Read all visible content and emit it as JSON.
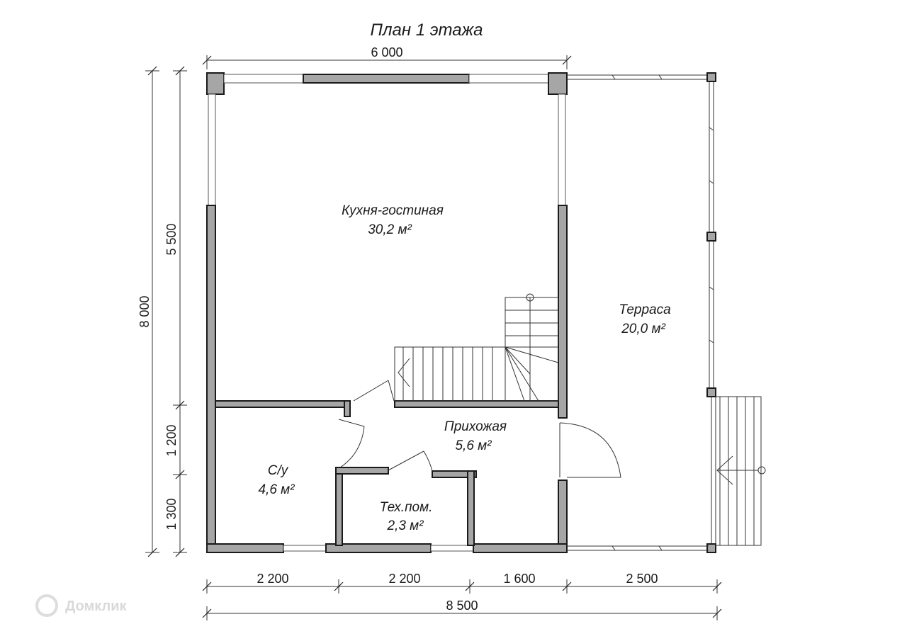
{
  "title": "План 1 этажа",
  "rooms": [
    {
      "name": "Кухня-гостиная",
      "area": "30,2 м²"
    },
    {
      "name": "Терраса",
      "area": "20,0 м²"
    },
    {
      "name": "Прихожая",
      "area": "5,6 м²"
    },
    {
      "name": "С/у",
      "area": "4,6 м²"
    },
    {
      "name": "Тех.пом.",
      "area": "2,3 м²"
    }
  ],
  "dimensions": {
    "top": "6 000",
    "left_total": "8 000",
    "left_parts": [
      "5 500",
      "1 200",
      "1 300"
    ],
    "bottom_parts": [
      "2 200",
      "2 200",
      "1 600",
      "2 500"
    ],
    "bottom_total": "8 500"
  },
  "watermark": "Домклик"
}
